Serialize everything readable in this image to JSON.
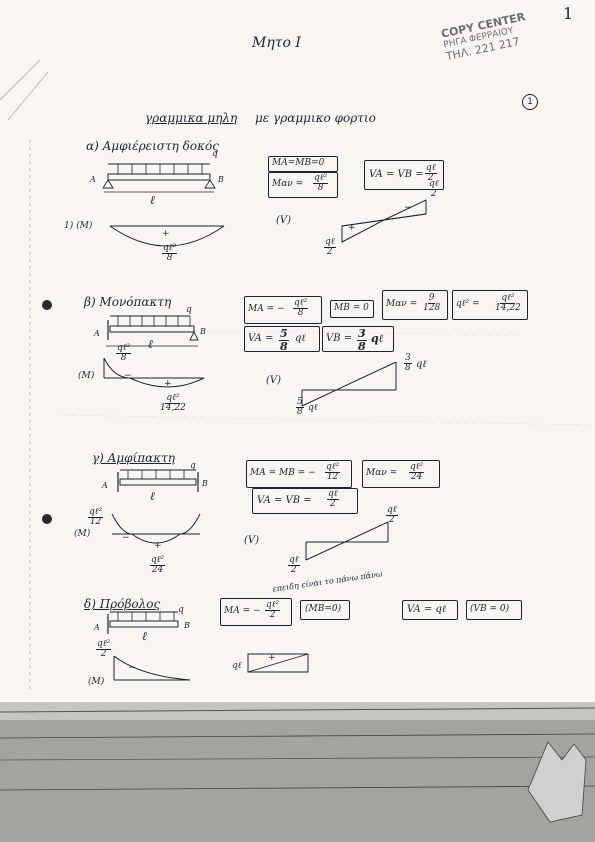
{
  "page": {
    "page_number": "1",
    "title": "Μητο Ι",
    "stamp": {
      "line1": "COPY CENTER",
      "line2": "ΡΗΓΑ ΦΕΡΡΑΙΟΥ",
      "line3": "ΤΗΛ. 221 217",
      "circled": "1"
    },
    "heading_left": "γραμμικα μηλη",
    "heading_right": "με γραμμικο φορτιο"
  },
  "sections": [
    {
      "label": "α) Αμφιέρειστη δοκός",
      "load": "q",
      "span": "ℓ",
      "points": [
        "A",
        "B"
      ],
      "marker": "1) (M)",
      "diagram_values": {
        "sign": "+",
        "num": "qℓ²",
        "den": "8"
      },
      "equations": [
        {
          "text": "MA=MB=0"
        },
        {
          "pre": "Mαν =",
          "num": "qℓ²",
          "den": "8"
        },
        {
          "pre": "VA = VB =",
          "num": "qℓ",
          "den": "2"
        }
      ],
      "shear": {
        "label": "(V)",
        "top_num": "qℓ",
        "top_den": "2",
        "bottom_num": "qℓ",
        "bottom_den": "2",
        "plus": "+",
        "minus": "−"
      }
    },
    {
      "label": "β) Μονόπακτη",
      "load": "q",
      "span": "ℓ",
      "points": [
        "A",
        "B"
      ],
      "marker": "(M)",
      "diagram_values": {
        "top_num": "qℓ²",
        "top_den": "8",
        "bottom_num": "qℓ²",
        "bottom_den": "14,22",
        "minus": "−",
        "plus": "+"
      },
      "equations": [
        {
          "pre": "MA = −",
          "num": "qℓ²",
          "den": "8"
        },
        {
          "text": "MB = 0"
        },
        {
          "pre": "Mαν =",
          "num": "9",
          "den": "128"
        },
        {
          "pre": "qℓ² =",
          "num": "qℓ²",
          "den": "14,22"
        },
        {
          "pre": "VA =",
          "num": "5",
          "den": "8",
          "post": "qℓ"
        },
        {
          "pre": "VB =",
          "num": "3",
          "den": "8",
          "post": "qℓ"
        }
      ],
      "shear": {
        "label": "(V)",
        "top_num": "3",
        "top_den": "8",
        "top_post": "qℓ",
        "bottom_num": "5",
        "bottom_den": "8",
        "bottom_post": "qℓ"
      }
    },
    {
      "label": "γ) Αμφίπακτη",
      "load": "q",
      "span": "ℓ",
      "points": [
        "A",
        "B"
      ],
      "marker": "(M)",
      "diagram_values": {
        "top_num": "qℓ²",
        "top_den": "12",
        "bottom_num": "qℓ²",
        "bottom_den": "24",
        "plus": "+",
        "minus": "−"
      },
      "equations": [
        {
          "pre": "MA = MB = −",
          "num": "qℓ²",
          "den": "12"
        },
        {
          "pre": "Mαν =",
          "num": "qℓ²",
          "den": "24"
        },
        {
          "pre": "VA = VB =",
          "num": "qℓ",
          "den": "2"
        }
      ],
      "shear": {
        "label": "(V)",
        "top_num": "qℓ",
        "top_den": "2",
        "bottom_num": "qℓ",
        "bottom_den": "2"
      }
    },
    {
      "label": "δ) Πρόβολος",
      "load": "q",
      "span": "ℓ",
      "points": [
        "A",
        "B"
      ],
      "marker": "(M)",
      "diagram_values": {
        "num": "qℓ²",
        "den": "2",
        "minus": "−"
      },
      "annotation": "επειδη είναι το πάνω πάνω",
      "equations": [
        {
          "pre": "MA = −",
          "num": "qℓ²",
          "den": "2"
        },
        {
          "text": "(MB=0)"
        },
        {
          "text": "VA = qℓ"
        },
        {
          "text": "(VB = 0)"
        }
      ],
      "shear": {
        "left": "qℓ",
        "plus": "+"
      }
    }
  ]
}
